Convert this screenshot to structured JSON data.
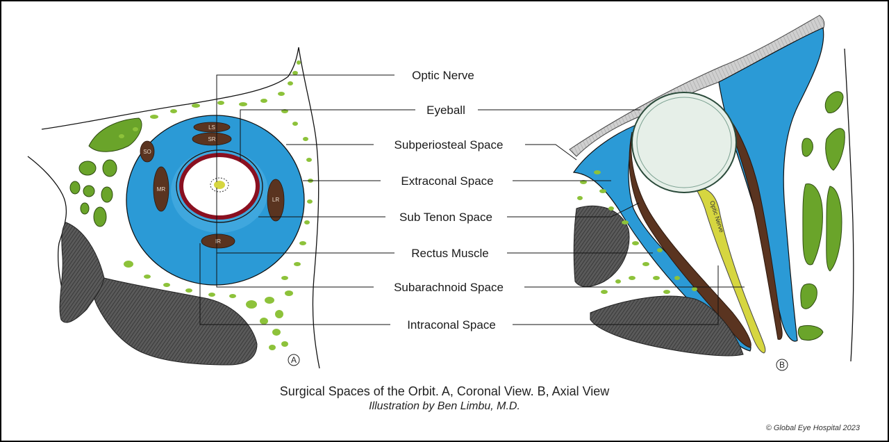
{
  "labels": {
    "optic_nerve": "Optic Nerve",
    "eyeball": "Eyeball",
    "subperiosteal": "Subperiosteal Space",
    "extraconal": "Extraconal Space",
    "sub_tenon": "Sub Tenon Space",
    "rectus": "Rectus Muscle",
    "subarachnoid": "Subarachnoid Space",
    "intraconal": "Intraconal Space"
  },
  "muscles": {
    "ls": "LS",
    "sr": "SR",
    "so": "SO",
    "mr": "MR",
    "lr": "LR",
    "ir": "IR"
  },
  "nerve_text": "Optic Nerve",
  "panel_a": "A",
  "panel_b": "B",
  "caption": "Surgical Spaces of the Orbit. A, Coronal View. B, Axial View",
  "credit": "Illustration by Ben Limbu, M.D.",
  "copyright": "© Global Eye Hospital 2023",
  "colors": {
    "fat_blue": "#2b9ad6",
    "muscle_brown": "#5a3420",
    "fat_green": "#6aa42a",
    "bone_gray": "#4a4a4a",
    "sclera_red": "#8a1020",
    "optic_yellow": "#d6d640",
    "eyeball_fill": "#e6efe8"
  }
}
